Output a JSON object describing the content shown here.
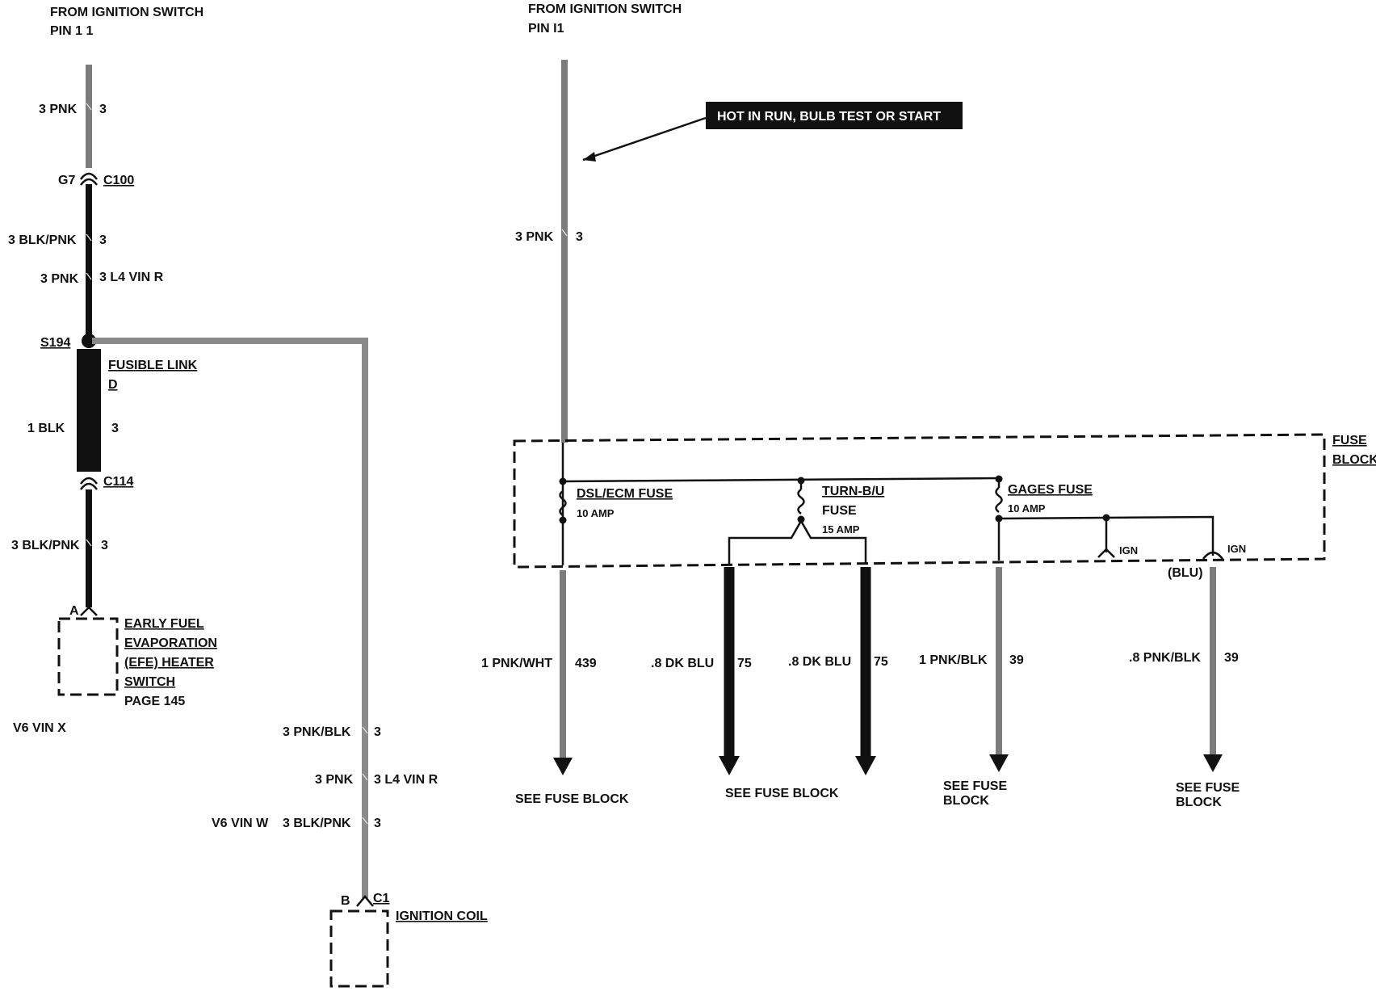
{
  "left_circuit": {
    "source_line1": "FROM IGNITION SWITCH",
    "source_line2": "PIN 1 1",
    "wire_a_left": "3 PNK",
    "wire_a_right": "3",
    "conn_c100_pin": "G7",
    "conn_c100": "C100",
    "wire_b_left": "3 BLK/PNK",
    "wire_b_right": "3",
    "wire_c_left": "3 PNK",
    "wire_c_right": "3 L4 VIN R",
    "splice": "S194",
    "fusible_link_title": "FUSIBLE LINK",
    "fusible_link_id": "D",
    "link_wire_left": "1 BLK",
    "link_wire_right": "3",
    "conn_c114": "C114",
    "wire_d_left": "3 BLK/PNK",
    "wire_d_right": "3",
    "efe_pin": "A",
    "efe_line1": "EARLY FUEL",
    "efe_line2": "EVAPORATION",
    "efe_line3": "(EFE) HEATER",
    "efe_line4": "SWITCH",
    "efe_page": "PAGE 145",
    "variant_note": "V6 VIN X",
    "coil_wire1_left": "3 PNK/BLK",
    "coil_wire1_right": "3",
    "coil_wire2_left": "3 PNK",
    "coil_wire2_right": "3 L4 VIN R",
    "coil_wire3_variant": "V6 VIN W",
    "coil_wire3_left": "3 BLK/PNK",
    "coil_wire3_right": "3",
    "coil_pin": "B",
    "coil_conn": "C1",
    "coil_label": "IGNITION COIL"
  },
  "right_circuit": {
    "source_line1": "FROM IGNITION SWITCH",
    "source_line2": "PIN I1",
    "callout": "HOT IN RUN, BULB TEST OR START",
    "main_wire_left": "3 PNK",
    "main_wire_right": "3",
    "fuse_block_line1": "FUSE",
    "fuse_block_line2": "BLOCK",
    "fuse1_name": "DSL/ECM FUSE",
    "fuse1_rating": "10 AMP",
    "fuse2_name_line1": "TURN-B/U",
    "fuse2_name_line2": "FUSE",
    "fuse2_rating": "15 AMP",
    "fuse3_name": "GAGES FUSE",
    "fuse3_rating": "10 AMP",
    "ign_label_1": "IGN",
    "ign_label_2": "IGN",
    "blu_label": "(BLU)",
    "out1_left": "1 PNK/WHT",
    "out1_right": "439",
    "out2_left": ".8 DK BLU",
    "out2_right": "75",
    "out3_left": ".8 DK BLU",
    "out3_right": "75",
    "out4_left": "1 PNK/BLK",
    "out4_right": "39",
    "out5_left": ".8 PNK/BLK",
    "out5_right": "39",
    "dest1": "SEE FUSE BLOCK",
    "dest23": "SEE FUSE BLOCK",
    "dest4_line1": "SEE FUSE",
    "dest4_line2": "BLOCK",
    "dest5_line1": "SEE FUSE",
    "dest5_line2": "BLOCK"
  }
}
